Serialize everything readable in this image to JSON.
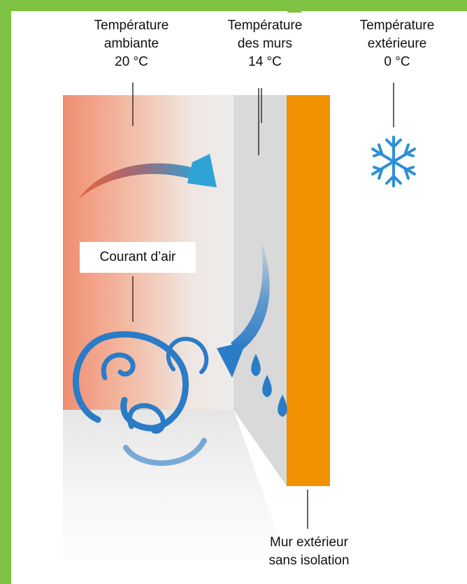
{
  "colors": {
    "frame_green": "#7dc242",
    "room_warm": "#ef8e72",
    "room_fade": "#efeeec",
    "wall_inner": "#d9d9d9",
    "wall_outer": "#f29100",
    "flow_blue": "#2a7cc7",
    "snow_blue": "#2f8fd6"
  },
  "labels": {
    "ambient": [
      "Température",
      "ambiante",
      "20 °C"
    ],
    "walls": [
      "Température",
      "des murs",
      "14 °C"
    ],
    "outside": [
      "Température",
      "extérieure",
      "0 °C"
    ],
    "draft": "Courant d’air",
    "wall": [
      "Mur extérieur",
      "sans isolation"
    ]
  },
  "icons": [
    "snowflake-icon",
    "warm-air-arrow",
    "cold-air-arrow",
    "water-drop-icon",
    "air-swirl-icon"
  ]
}
